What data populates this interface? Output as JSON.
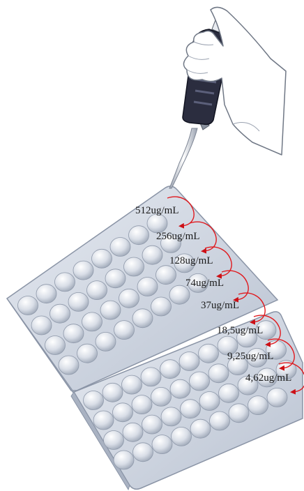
{
  "figure": {
    "concentrations": [
      "512ug/mL",
      "256ug/mL",
      "128ug/mL",
      "74ug/mL",
      "37ug/mL",
      "18,5ug/mL",
      "9,25ug/mL",
      "4,62ug/mL"
    ]
  },
  "colors": {
    "arrow": "#e0191e",
    "arrow_head": "#cc1016",
    "plate_fill": "#cfd6e2",
    "plate_edge": "#8a94a6",
    "well_light": "#ffffff",
    "well_dark": "#9aa4b4",
    "glove": "#ffffff",
    "pipette_body": "#2b2d3f",
    "pipette_tip": "#b9c0cc"
  },
  "icons": {
    "hand": "gloved-hand-icon",
    "pipette": "pipette-icon",
    "plate": "microplate-icon",
    "arrow": "transfer-arrow-icon"
  }
}
